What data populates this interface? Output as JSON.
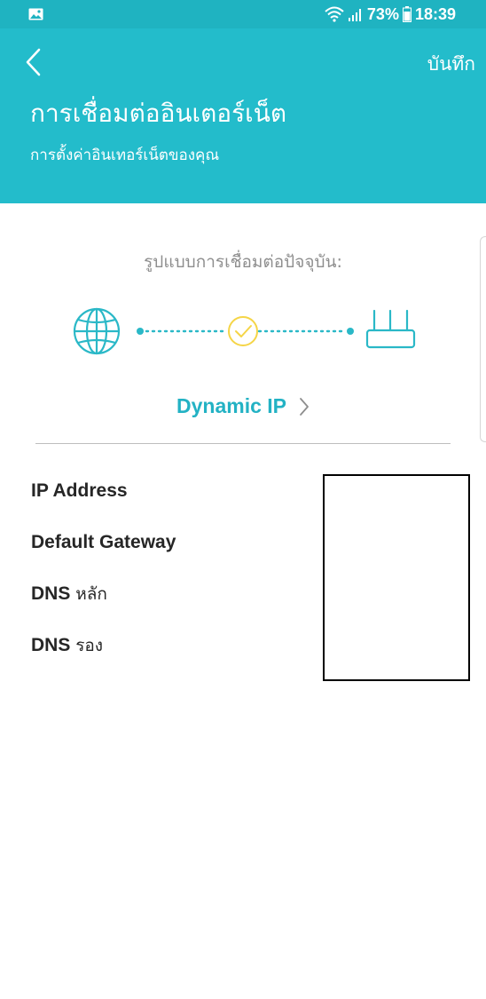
{
  "status_bar": {
    "left_icon": "image-icon",
    "wifi_icon": "wifi-icon",
    "signal_icon": "signal-icon",
    "battery_percent": "73%",
    "battery_icon": "battery-icon",
    "time": "18:39"
  },
  "header": {
    "back_icon": "chevron-left-icon",
    "save_label": "บันทึก",
    "title": "การเชื่อมต่ออินเตอร์เน็ต",
    "subtitle": "การตั้งค่าอินเทอร์เน็ตของคุณ"
  },
  "connection": {
    "label": "รูปแบบการเชื่อมต่อปัจจุบัน:",
    "internet_icon": "globe-icon",
    "status_icon": "check-circle-icon",
    "device_icon": "router-icon",
    "mode": "Dynamic IP",
    "mode_chevron_icon": "chevron-right-icon"
  },
  "info": {
    "rows": [
      {
        "label_latin": "IP Address",
        "label_thai": ""
      },
      {
        "label_latin": "Default Gateway",
        "label_thai": ""
      },
      {
        "label_latin": "DNS ",
        "label_thai": "หลัก"
      },
      {
        "label_latin": "DNS ",
        "label_thai": "รอง"
      }
    ]
  },
  "colors": {
    "accent": "#23bccb",
    "status_bar": "#1fb3c1",
    "mode_text": "#23b2c4",
    "check_yellow": "#f5d547",
    "label_text": "#262626",
    "muted_text": "#8e8e8e"
  }
}
